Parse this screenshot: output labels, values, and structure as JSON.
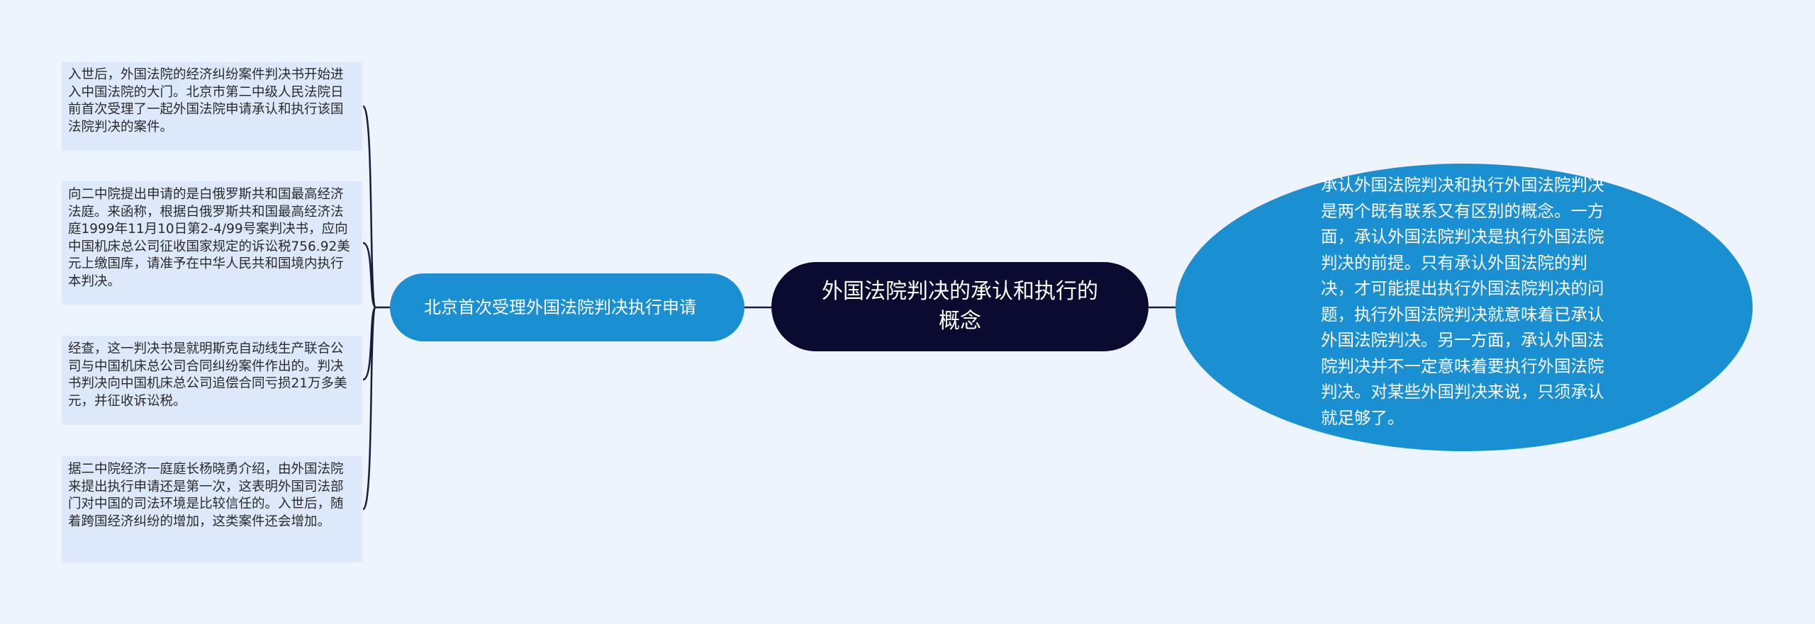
{
  "root": {
    "title": "外国法院判决的承认和执行的概念"
  },
  "branch": {
    "label": "北京首次受理外国法院判决执行申请"
  },
  "detail": {
    "text": "承认外国法院判决和执行外国法院判决是两个既有联系又有区别的概念。一方面，承认外国法院判决是执行外国法院判决的前提。只有承认外国法院的判决，才可能提出执行外国法院判决的问题，执行外国法院判决就意味着已承认外国法院判决。另一方面，承认外国法院判决并不一定意味着要执行外国法院判决。对某些外国判决来说，只须承认就足够了。"
  },
  "leaves": [
    {
      "text": "入世后，外国法院的经济纠纷案件判决书开始进入中国法院的大门。北京市第二中级人民法院日前首次受理了一起外国法院申请承认和执行该国法院判决的案件。"
    },
    {
      "text": "向二中院提出申请的是白俄罗斯共和国最高经济法庭。来函称，根据白俄罗斯共和国最高经济法庭1999年11月10日第2-4/99号案判决书，应向中国机床总公司征收国家规定的诉讼税756.92美元上缴国库，请准予在中华人民共和国境内执行本判决。"
    },
    {
      "text": "经查，这一判决书是就明斯克自动线生产联合公司与中国机床总公司合同纠纷案件作出的。判决书判决向中国机床总公司追偿合同亏损21万多美元，并征收诉讼税。"
    },
    {
      "text": "据二中院经济一庭庭长杨晓勇介绍，由外国法院来提出执行申请还是第一次，这表明外国司法部门对中国的司法环境是比较信任的。入世后，随着跨国经济纠纷的增加，这类案件还会增加。"
    }
  ],
  "colors": {
    "background": "#eef4fd",
    "root_fill": "#0b0b31",
    "branch_fill": "#1a8fd2",
    "leaf_fill": "#dde9fb",
    "connector": "#1b1b3a"
  }
}
